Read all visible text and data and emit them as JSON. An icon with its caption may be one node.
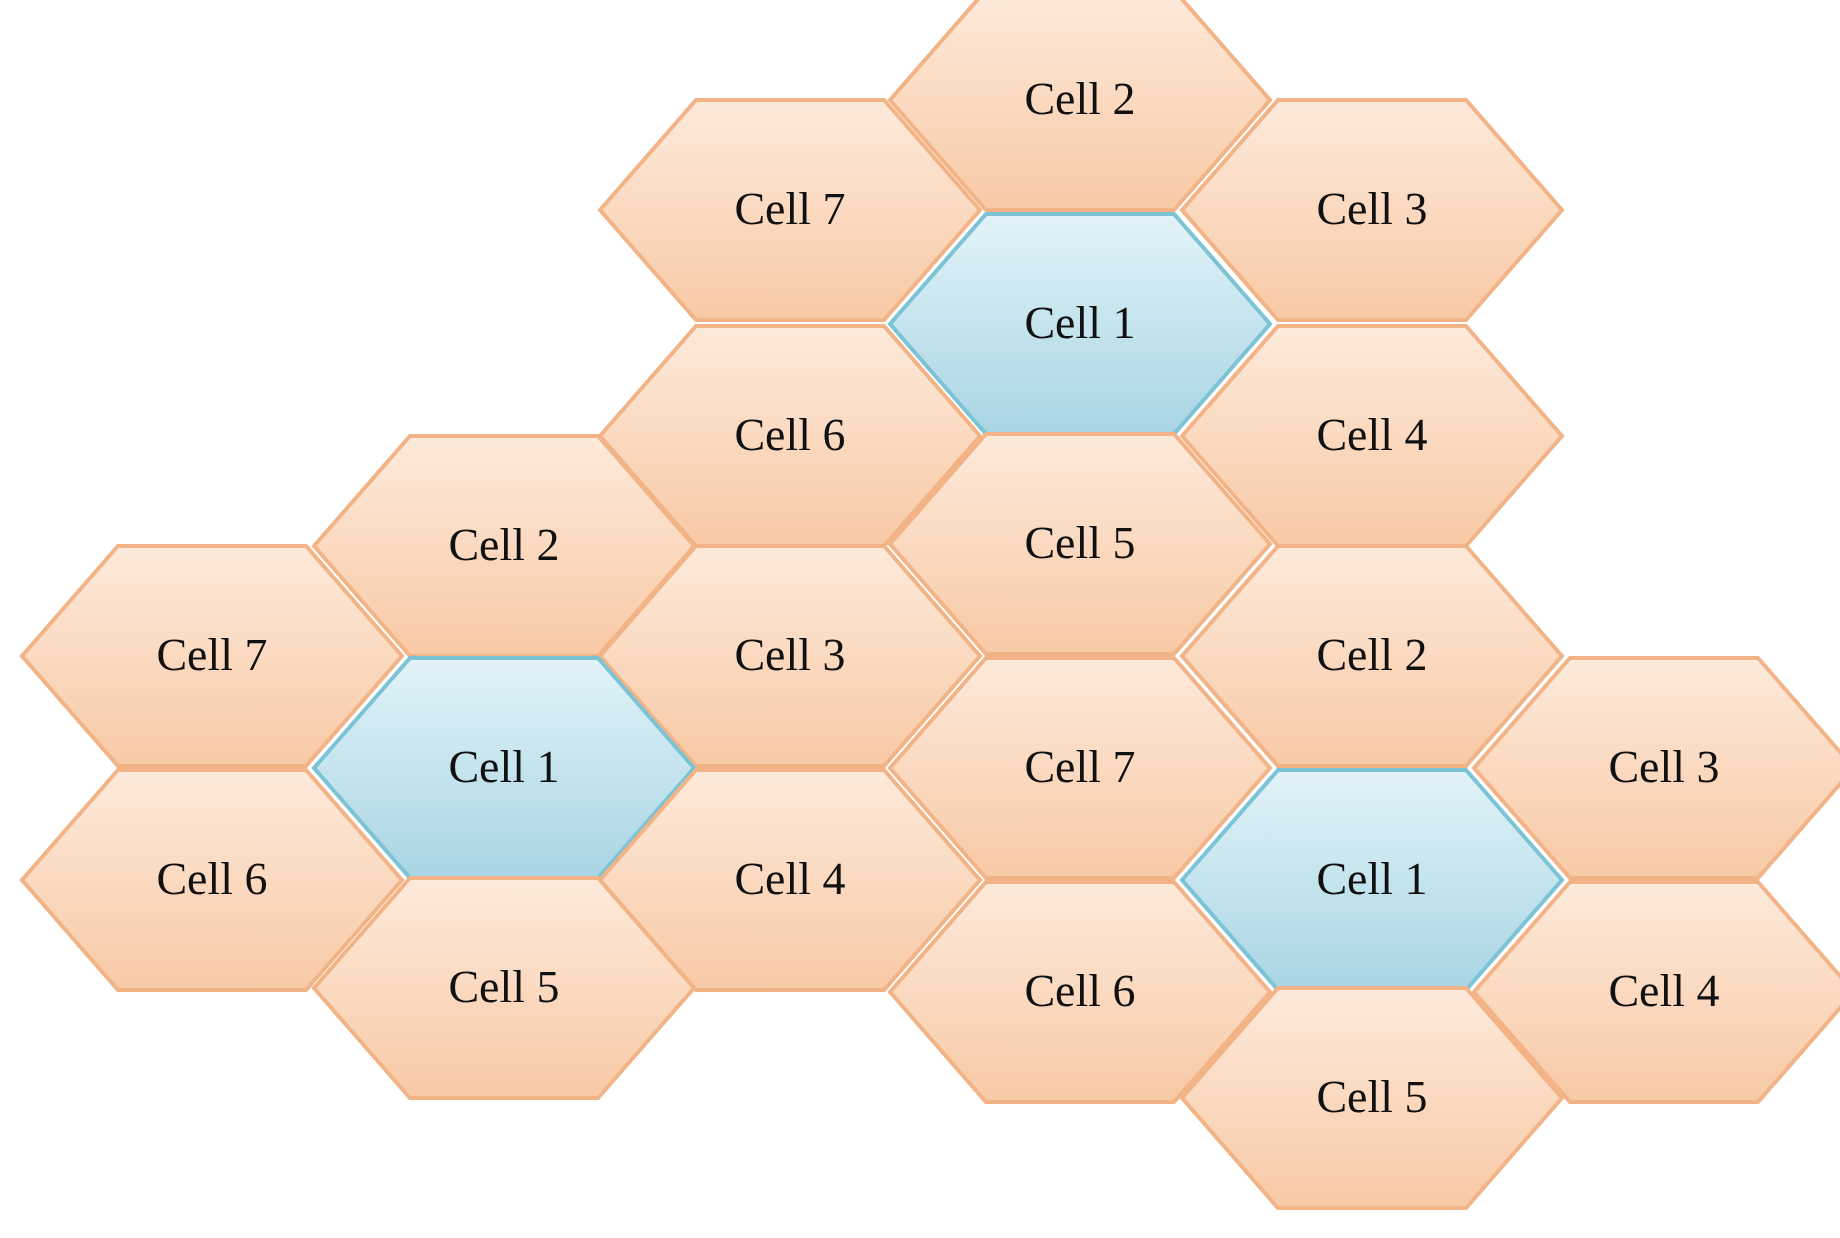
{
  "diagram": {
    "nodes": [
      {
        "text": [
          "Cell 2"
        ]
      },
      {
        "text": [
          "Cell 7"
        ]
      },
      {
        "text": [
          "Cell 3"
        ]
      },
      {
        "text": [
          "Cell 1"
        ]
      },
      {
        "text": [
          "Cell 6"
        ]
      },
      {
        "text": [
          "Cell 4"
        ]
      },
      {
        "text": [
          "Cell 2"
        ]
      },
      {
        "text": [
          "Cell 5"
        ]
      },
      {
        "text": [
          "Cell 7"
        ]
      },
      {
        "text": [
          "Cell 3"
        ]
      },
      {
        "text": [
          "Cell 2"
        ]
      },
      {
        "text": [
          "Cell 1"
        ]
      },
      {
        "text": [
          "Cell 7"
        ]
      },
      {
        "text": [
          "Cell 3"
        ]
      },
      {
        "text": [
          "Cell 6"
        ]
      },
      {
        "text": [
          "Cell 4"
        ]
      },
      {
        "text": [
          "Cell 1"
        ]
      },
      {
        "text": [
          "Cell 5"
        ]
      },
      {
        "text": [
          "Cell 6"
        ]
      },
      {
        "text": [
          "Cell 4"
        ]
      },
      {
        "text": [
          "Cell 5"
        ]
      }
    ]
  }
}
